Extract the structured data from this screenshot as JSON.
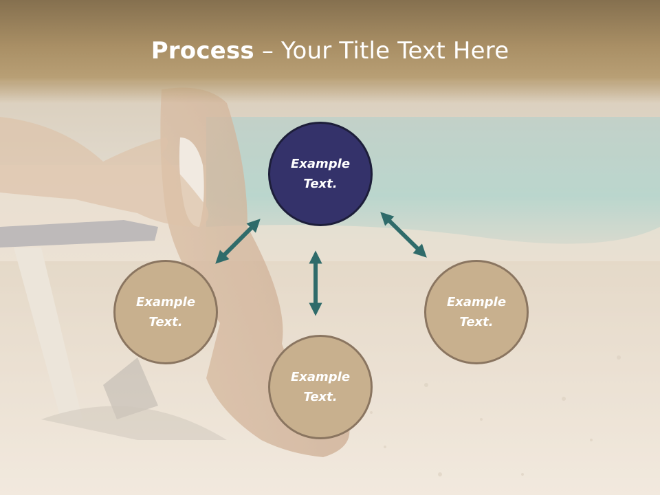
{
  "title": {
    "bold": "Process",
    "rest": " – Your Title Text Here"
  },
  "diagram": {
    "type": "cycle",
    "nodes": [
      {
        "id": "top",
        "text": "Example\nText."
      },
      {
        "id": "left",
        "text": "Example\nText."
      },
      {
        "id": "bottom",
        "text": "Example\nText."
      },
      {
        "id": "right",
        "text": "Example\nText."
      }
    ],
    "connectors": [
      {
        "from": "top",
        "to": "left",
        "style": "double-arrow"
      },
      {
        "from": "top",
        "to": "right",
        "style": "double-arrow"
      },
      {
        "from": "top",
        "to": "bottom",
        "style": "double-arrow"
      }
    ]
  },
  "colors": {
    "title_text": "#ffffff",
    "node_top_fill": "#34326a",
    "node_fill": "#c8b08e",
    "arrow": "#2f6b6a"
  }
}
